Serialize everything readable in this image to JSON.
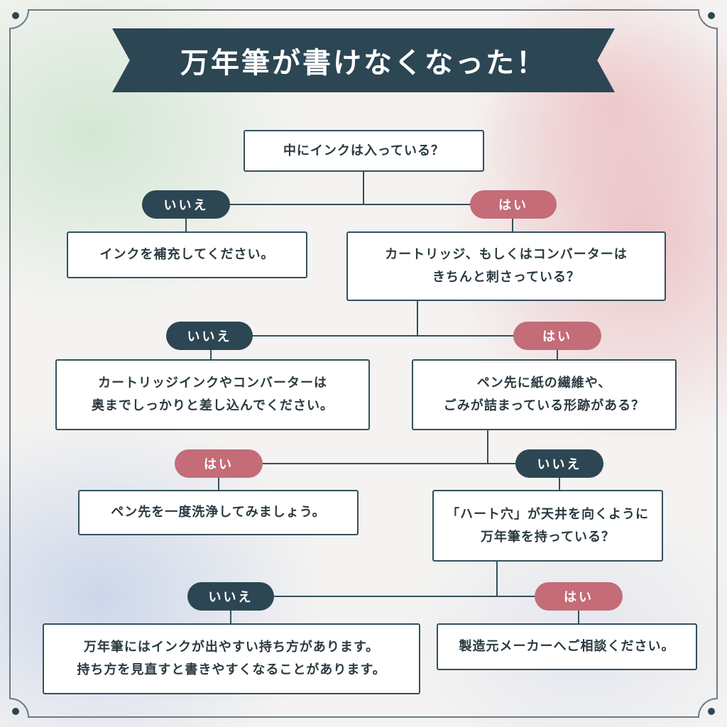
{
  "title": "万年筆が書けなくなった！",
  "colors": {
    "navy": "#2c4653",
    "rose": "#c46c78",
    "box_border": "#34505c"
  },
  "labels": {
    "no": "いいえ",
    "yes": "はい"
  },
  "questions": {
    "q1": "中にインクは入っている？",
    "q2": [
      "カートリッジ、もしくはコンバーターは",
      "きちんと刺さっている？"
    ],
    "q3": [
      "ペン先に紙の繊維や、",
      "ごみが詰まっている形跡がある？"
    ],
    "q4": [
      "「ハート穴」が天井を向くように",
      "万年筆を持っている？"
    ]
  },
  "answers": {
    "a1": "インクを補充してください。",
    "a2": [
      "カートリッジインクやコンバーターは",
      "奥までしっかりと差し込んでください。"
    ],
    "a3": "ペン先を一度洗浄してみましょう。",
    "a4": [
      "万年筆にはインクが出やすい持ち方があります。",
      "持ち方を見直すと書きやすくなることがあります。"
    ],
    "a5": "製造元メーカーへご相談ください。"
  }
}
